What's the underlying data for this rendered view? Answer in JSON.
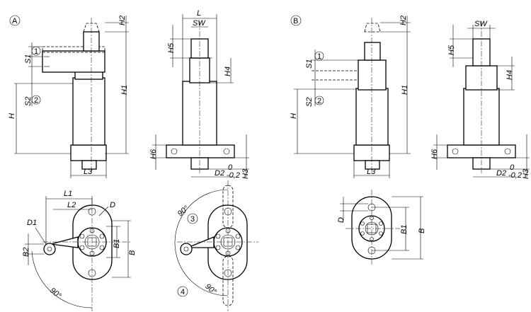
{
  "variant_a": {
    "marker": "A",
    "front_view": {
      "H2": "H2",
      "S1": "S1",
      "c1": "1",
      "S2": "S2",
      "c2": "2",
      "H": "H",
      "H1": "H1",
      "L3": "L3"
    },
    "side_view": {
      "L": "L",
      "SW": "SW",
      "H5": "H5",
      "H4": "H4",
      "H6": "H6",
      "H3": "H3",
      "D2": "D2",
      "tol_upper": "0",
      "tol_lower": "-0,2"
    },
    "top_view_left": {
      "L1": "L1",
      "L2": "L2",
      "D": "D",
      "D1": "D1",
      "B2": "B2",
      "B1": "B1",
      "B": "B",
      "angle": "90°"
    },
    "top_view_right": {
      "angle_top": "90°",
      "c3": "3",
      "c4": "4",
      "angle_bottom": "90°"
    }
  },
  "variant_b": {
    "marker": "B",
    "front_view": {
      "H2": "H2",
      "S1": "S1",
      "c1": "1",
      "S2": "S2",
      "c2": "2",
      "H": "H",
      "H1": "H1",
      "L3": "L3"
    },
    "side_view": {
      "SW": "SW",
      "H5": "H5",
      "H4": "H4",
      "H6": "H6",
      "H3": "H3",
      "D2": "D2",
      "tol_upper": "0",
      "tol_lower": "-0,2"
    },
    "top_view": {
      "D": "D",
      "B1": "B1",
      "B": "B"
    }
  }
}
